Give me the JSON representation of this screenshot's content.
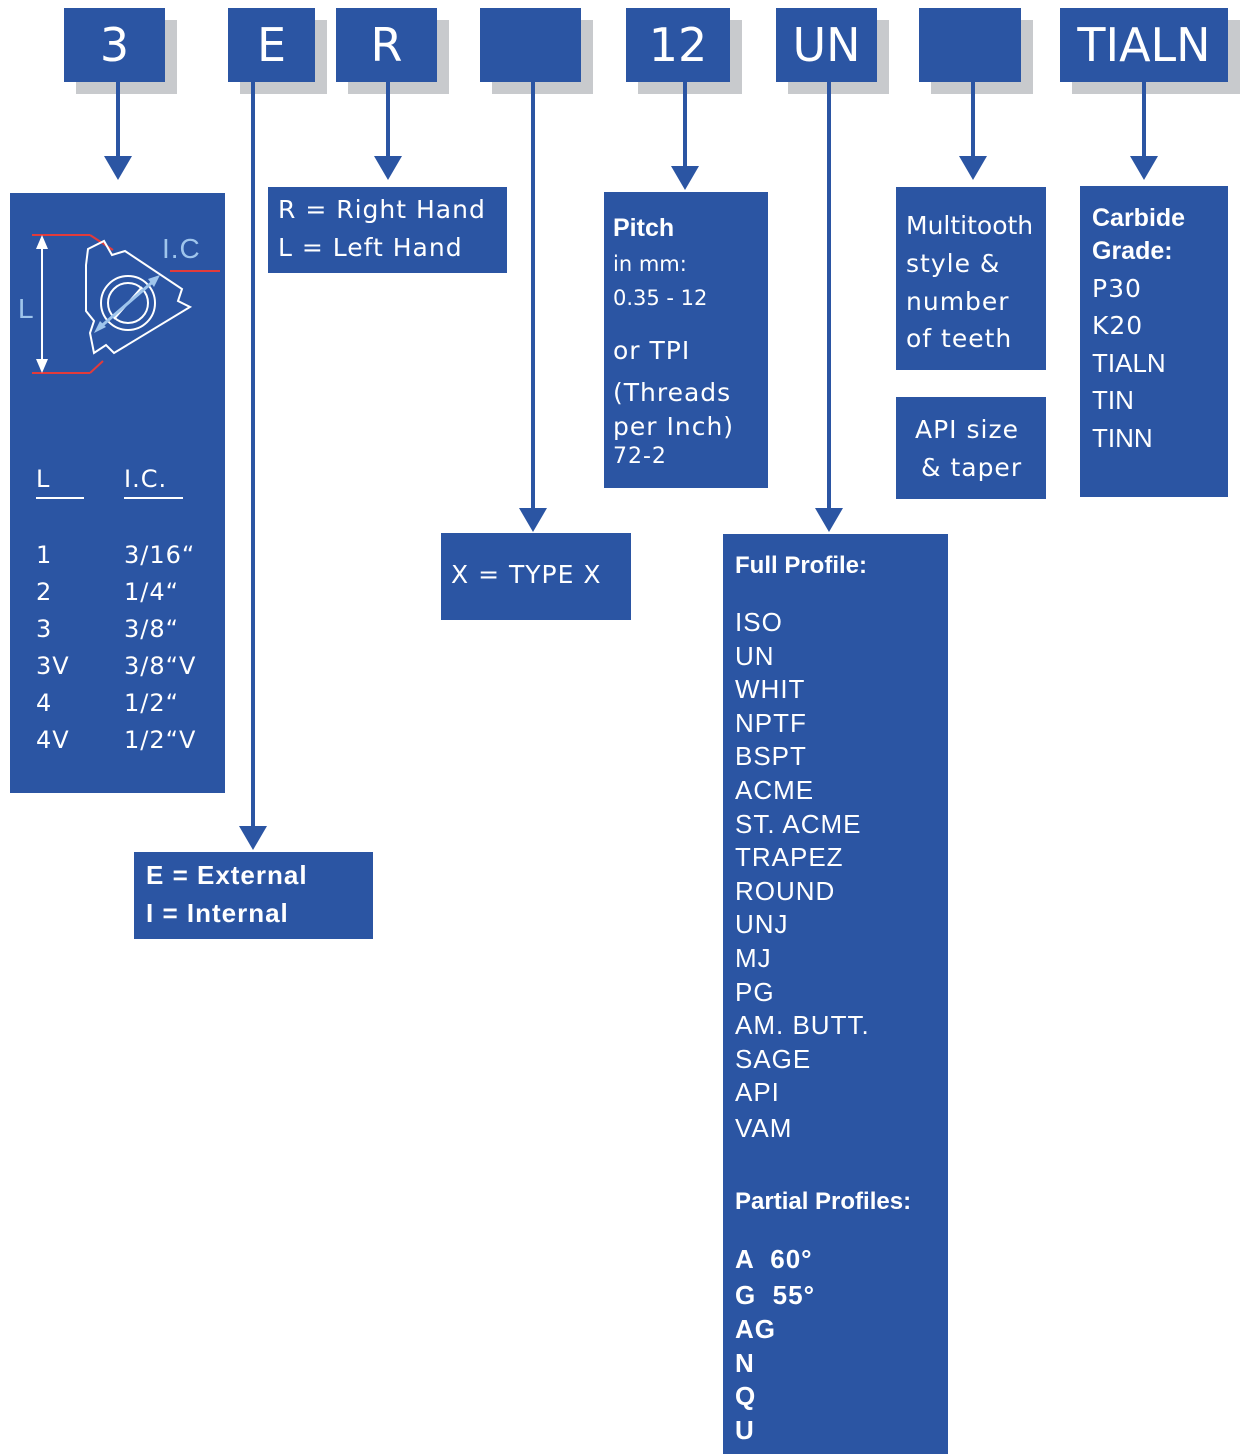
{
  "codes": [
    "3",
    "E",
    "R",
    "",
    "12",
    "UN",
    "",
    "TIALN"
  ],
  "size_panel": {
    "diagram_l": "L",
    "diagram_ic": "I.C",
    "header_l": "L",
    "header_ic": "I.C.",
    "rows": [
      {
        "l": "1",
        "ic": "3/16“"
      },
      {
        "l": "2",
        "ic": "1/4“"
      },
      {
        "l": "3",
        "ic": "3/8“"
      },
      {
        "l": "3V",
        "ic": "3/8“V"
      },
      {
        "l": "4",
        "ic": "1/2“"
      },
      {
        "l": "4V",
        "ic": "1/2“V"
      }
    ]
  },
  "ext_int": [
    "E = External",
    "I = Internal"
  ],
  "hand": [
    "R = Right Hand",
    "L = Left Hand"
  ],
  "type_x": "X = TYPE X",
  "pitch": {
    "title": "Pitch",
    "unit": "in mm:",
    "range": "0.35 - 12",
    "or_tpi": "or TPI",
    "threads": "(Threads",
    "per_inch": "per Inch)",
    "tpi_range": "72-2"
  },
  "profiles": {
    "full_title": "Full Profile:",
    "full": [
      "ISO",
      "UN",
      "WHIT",
      "NPTF",
      "BSPT",
      "ACME",
      "ST. ACME",
      "TRAPEZ",
      "ROUND",
      "UNJ",
      "MJ",
      "PG",
      "AM. BUTT.",
      "SAGE",
      "API",
      "VAM"
    ],
    "partial_title": "Partial Profiles:",
    "partial": [
      "A  60°",
      "G  55°",
      "AG",
      "N",
      "Q",
      "U"
    ]
  },
  "multitooth": [
    "Multitooth",
    "style &",
    "number",
    "of teeth"
  ],
  "api": [
    "API size",
    "& taper"
  ],
  "carbide": {
    "title_1": "Carbide",
    "title_2": "Grade:",
    "grades": [
      "P30",
      "K20",
      "TIALN",
      "TIN",
      "TINN"
    ]
  },
  "colors": {
    "primary": "#2b55a3",
    "shadow": "#c8cacd",
    "accent": "#e23b3b",
    "light": "#9fc5ec"
  }
}
